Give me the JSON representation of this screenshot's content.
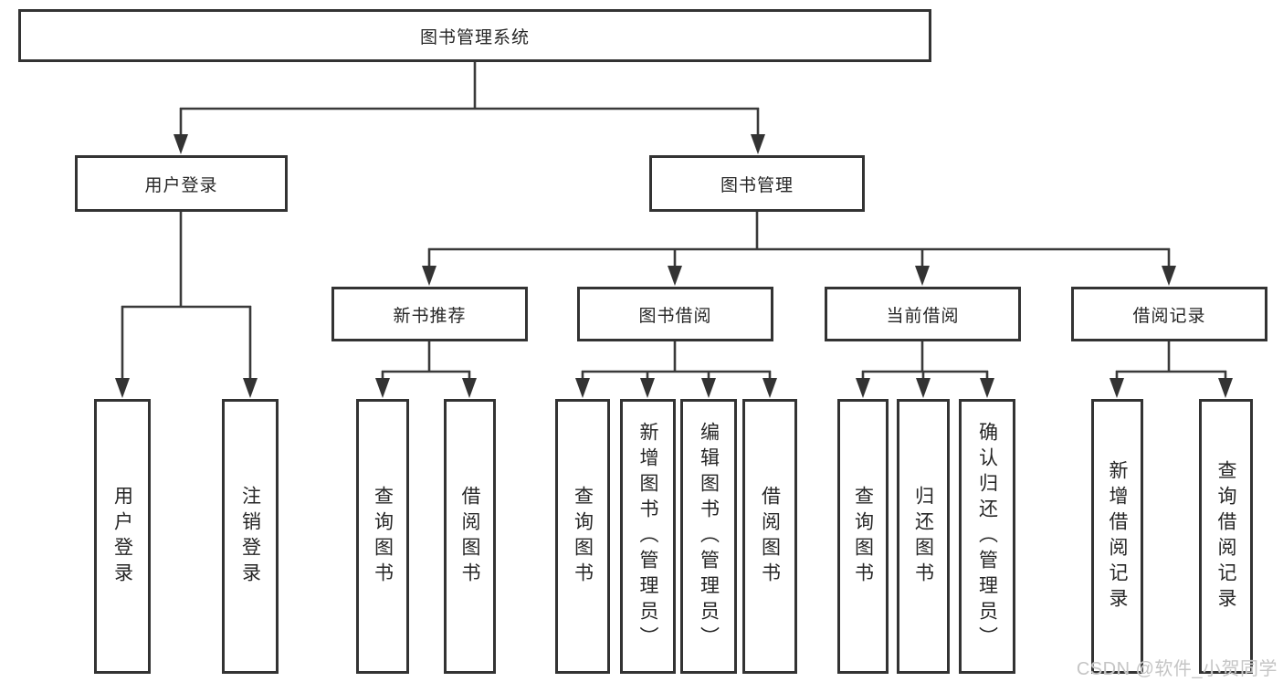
{
  "diagram": {
    "title": "图书管理系统",
    "root": {
      "label": "图书管理系统"
    },
    "level2": [
      {
        "label": "用户登录",
        "parent": "图书管理系统"
      },
      {
        "label": "图书管理",
        "parent": "图书管理系统"
      }
    ],
    "level3": [
      {
        "label": "新书推荐",
        "parent": "图书管理"
      },
      {
        "label": "图书借阅",
        "parent": "图书管理"
      },
      {
        "label": "当前借阅",
        "parent": "图书管理"
      },
      {
        "label": "借阅记录",
        "parent": "图书管理"
      }
    ],
    "leaves": [
      {
        "label": "用户登录",
        "parent": "用户登录"
      },
      {
        "label": "注销登录",
        "parent": "用户登录"
      },
      {
        "label": "查询图书",
        "parent": "新书推荐"
      },
      {
        "label": "借阅图书",
        "parent": "新书推荐"
      },
      {
        "label": "查询图书",
        "parent": "图书借阅"
      },
      {
        "label": "新增图书（管理员）",
        "parent": "图书借阅"
      },
      {
        "label": "编辑图书（管理员）",
        "parent": "图书借阅"
      },
      {
        "label": "借阅图书",
        "parent": "图书借阅"
      },
      {
        "label": "查询图书",
        "parent": "当前借阅"
      },
      {
        "label": "归还图书",
        "parent": "当前借阅"
      },
      {
        "label": "确认归还（管理员）",
        "parent": "当前借阅"
      },
      {
        "label": "新增借阅记录",
        "parent": "借阅记录"
      },
      {
        "label": "查询借阅记录",
        "parent": "借阅记录"
      }
    ]
  },
  "watermark": {
    "text": "CSDN @软件_小贺同学"
  },
  "colors": {
    "background": "#ffffff",
    "box_border": "#333333",
    "line": "#3a3a3a",
    "text": "#262626",
    "watermark": "#c5c5c5"
  }
}
